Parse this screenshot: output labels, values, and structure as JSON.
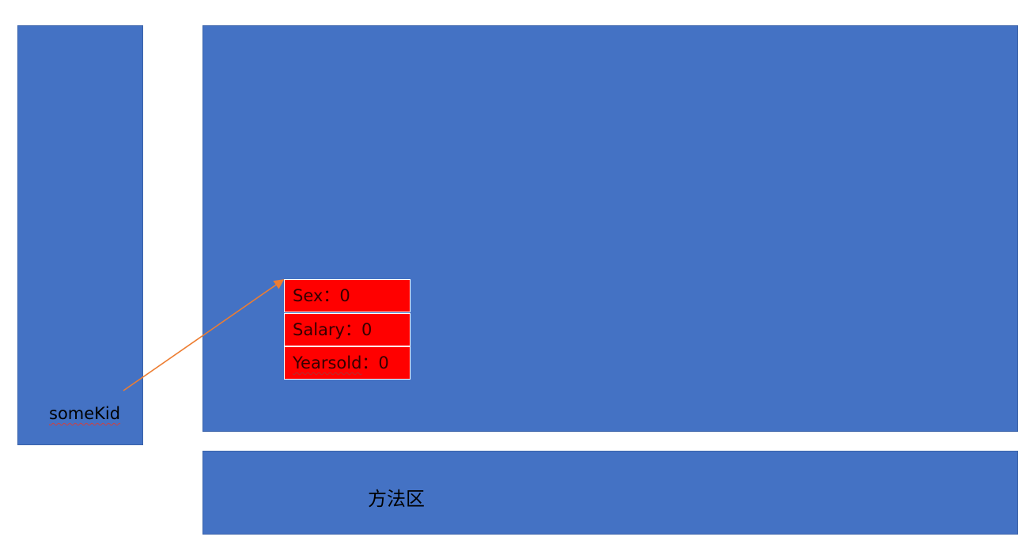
{
  "stack": {
    "label": "someKid"
  },
  "heap": {
    "object_fields": [
      {
        "name": "Sex",
        "separator": "：",
        "value": "0"
      },
      {
        "name": "Salary",
        "separator": "：",
        "value": "0"
      },
      {
        "name": "Yearsold",
        "separator": "：",
        "value": "0"
      }
    ]
  },
  "method_area": {
    "label": "方法区"
  },
  "colors": {
    "block": "#4472C4",
    "object": "#FF0000",
    "arrow": "#ED7D31"
  }
}
